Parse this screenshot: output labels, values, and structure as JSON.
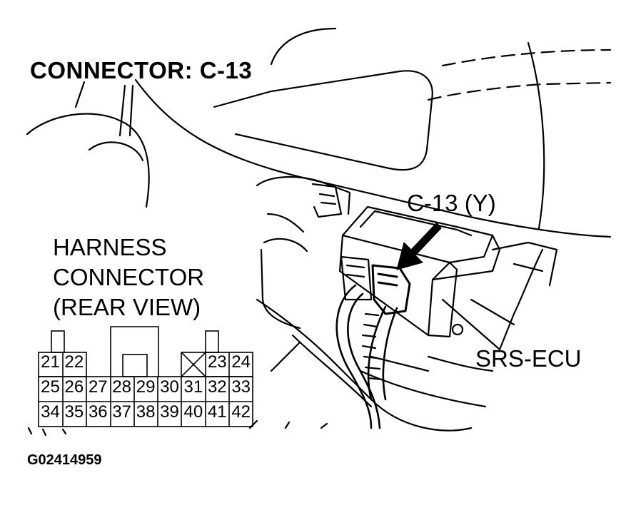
{
  "title": "CONNECTOR: C-13",
  "connector_callout": "C-13 (Y)",
  "harness_label": {
    "line1": "HARNESS",
    "line2": "CONNECTOR",
    "line3": "(REAR VIEW)"
  },
  "ecu_label": "SRS-ECU",
  "figure_id": "G02414959",
  "pin_rows": [
    [
      "21",
      "22",
      "",
      "",
      "",
      "",
      "",
      "23",
      "24"
    ],
    [
      "25",
      "26",
      "27",
      "28",
      "29",
      "30",
      "31",
      "32",
      "33"
    ],
    [
      "34",
      "35",
      "36",
      "37",
      "38",
      "39",
      "40",
      "41",
      "42"
    ]
  ],
  "colors": {
    "line": "#000000",
    "background": "#ffffff"
  }
}
